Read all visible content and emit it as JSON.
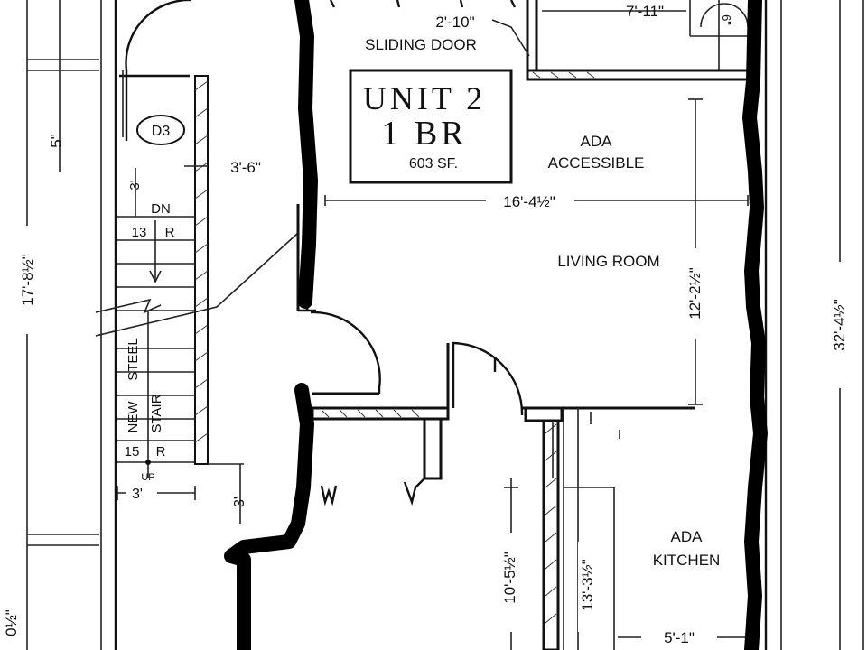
{
  "unit_box": {
    "title_line1": "UNIT 2",
    "title_line2": "1 BR",
    "area": "603 SF."
  },
  "labels": {
    "sliding_door": "SLIDING DOOR",
    "ada_line1": "ADA",
    "ada_line2": "ACCESSIBLE",
    "living_room": "LIVING ROOM",
    "kitchen_line1": "ADA",
    "kitchen_line2": "KITCHEN",
    "door_tag": "D3",
    "stair_dn": "DN",
    "stair_13": "13",
    "stair_13_r": "R",
    "stair_15": "15",
    "stair_15_r": "R",
    "stair_up": "UP",
    "stair_new": "NEW",
    "stair_steel": "STEEL",
    "stair_stair": "STAIR"
  },
  "dimensions": {
    "d_2_10": "2'-10\"",
    "d_7_11": "7'-11\"",
    "d_6": "6\"",
    "d_3_6": "3'-6\"",
    "d_5": "5\"",
    "d_3_left": "3'",
    "d_17_8": "17'-8½\"",
    "d_16_4": "16'-4½\"",
    "d_12_2": "12'-2½\"",
    "d_32_4": "32'-4½\"",
    "d_3_bottom": "3'",
    "d_3_vert": "3'",
    "d_10_5": "10'-5½\"",
    "d_13_3": "13'-3½\"",
    "d_5_1": "5'-1\"",
    "d_edge": "0½\""
  }
}
